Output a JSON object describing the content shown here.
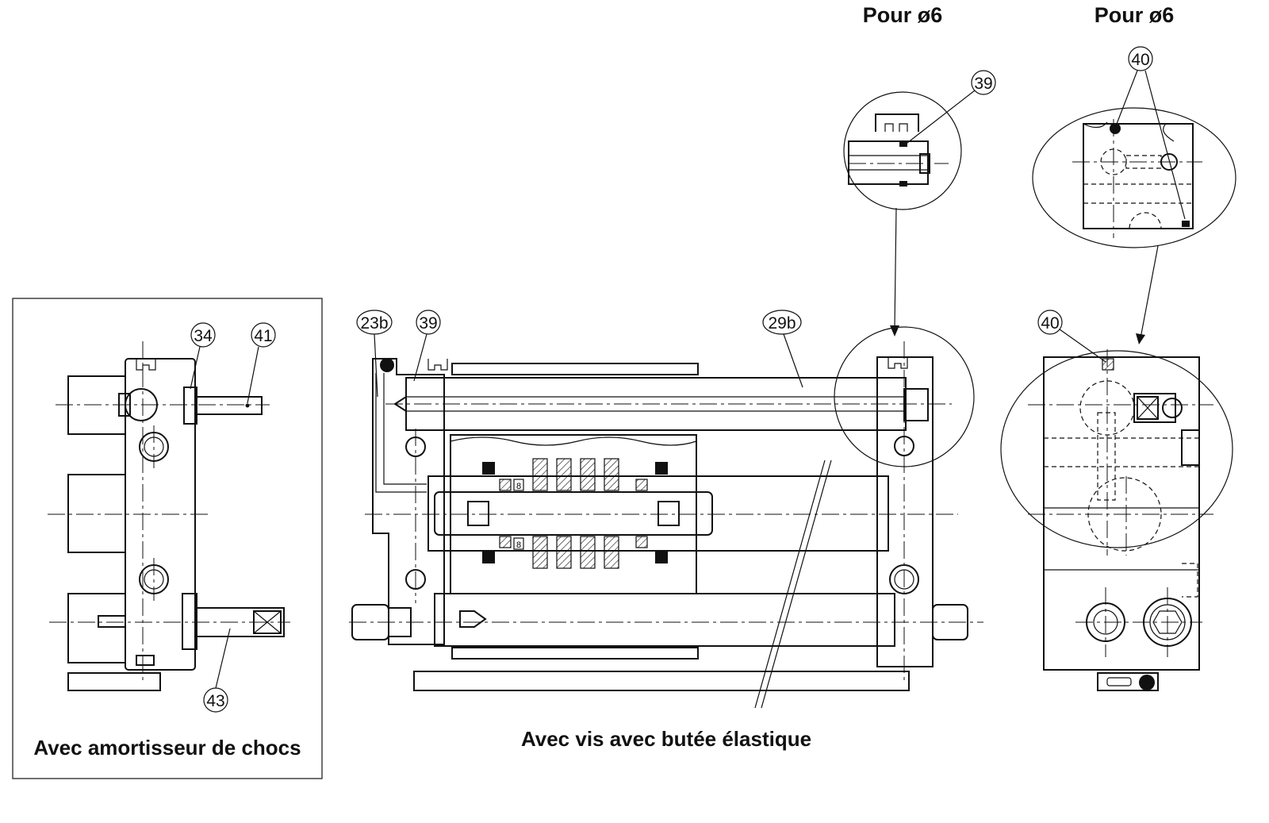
{
  "titles": {
    "detail_left": "Pour ø6",
    "detail_right": "Pour ø6",
    "caption_shock": "Avec amortisseur de chocs",
    "caption_elastic": "Avec vis avec butée élastique"
  },
  "callouts": {
    "c34": "34",
    "c41": "41",
    "c43": "43",
    "c23b": "23b",
    "c39_main": "39",
    "c29b": "29b",
    "c39_detail": "39",
    "c40_top": "40",
    "c40_side": "40",
    "mark_8a": "8",
    "mark_8b": "8"
  }
}
